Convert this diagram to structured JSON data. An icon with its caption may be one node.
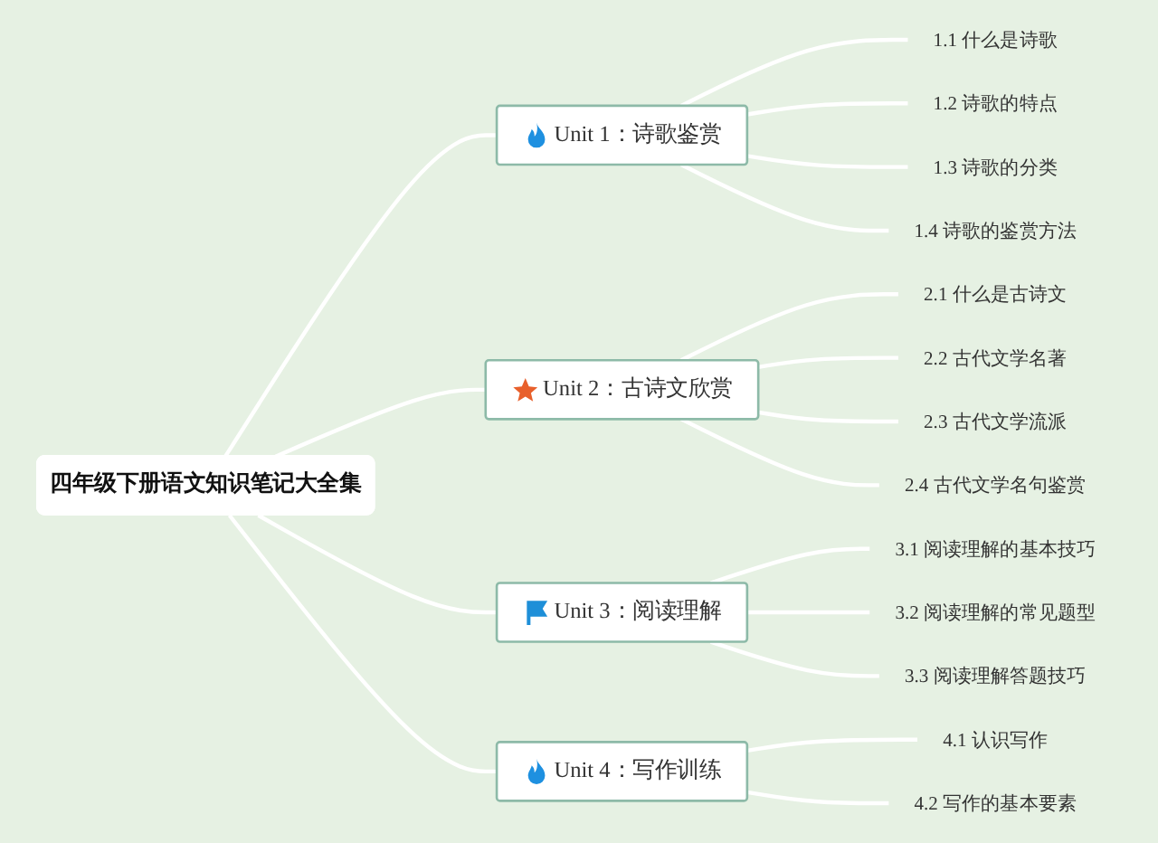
{
  "diagram": {
    "nodes": [
      {
        "text": [
          "四年级下册语文知识笔记大全集"
        ]
      },
      {
        "text": [
          "Unit 1：诗歌鉴赏"
        ]
      },
      {
        "text": [
          "1.1 什么是诗歌"
        ]
      },
      {
        "text": [
          "1.2 诗歌的特点"
        ]
      },
      {
        "text": [
          "1.3 诗歌的分类"
        ]
      },
      {
        "text": [
          "1.4 诗歌的鉴赏方法"
        ]
      },
      {
        "text": [
          "Unit 2：古诗文欣赏"
        ]
      },
      {
        "text": [
          "2.1 什么是古诗文"
        ]
      },
      {
        "text": [
          "2.2 古代文学名著"
        ]
      },
      {
        "text": [
          "2.3 古代文学流派"
        ]
      },
      {
        "text": [
          "2.4 古代文学名句鉴赏"
        ]
      },
      {
        "text": [
          "Unit 3：阅读理解"
        ]
      },
      {
        "text": [
          "3.1 阅读理解的基本技巧"
        ]
      },
      {
        "text": [
          "3.2 阅读理解的常见题型"
        ]
      },
      {
        "text": [
          "3.3 阅读理解答题技巧"
        ]
      },
      {
        "text": [
          "Unit 4：写作训练"
        ]
      },
      {
        "text": [
          "4.1 认识写作"
        ]
      },
      {
        "text": [
          "4.2 写作的基本要素"
        ]
      }
    ],
    "edges": [
      {
        "from": 0,
        "to": 1,
        "arrow": "none"
      },
      {
        "from": 1,
        "to": 2,
        "arrow": "none"
      },
      {
        "from": 1,
        "to": 3,
        "arrow": "none"
      },
      {
        "from": 1,
        "to": 4,
        "arrow": "none"
      },
      {
        "from": 1,
        "to": 5,
        "arrow": "none"
      },
      {
        "from": 0,
        "to": 6,
        "arrow": "none"
      },
      {
        "from": 6,
        "to": 7,
        "arrow": "none"
      },
      {
        "from": 6,
        "to": 8,
        "arrow": "none"
      },
      {
        "from": 6,
        "to": 9,
        "arrow": "none"
      },
      {
        "from": 6,
        "to": 10,
        "arrow": "none"
      },
      {
        "from": 0,
        "to": 11,
        "arrow": "none"
      },
      {
        "from": 11,
        "to": 12,
        "arrow": "none"
      },
      {
        "from": 11,
        "to": 13,
        "arrow": "none"
      },
      {
        "from": 11,
        "to": 14,
        "arrow": "none"
      },
      {
        "from": 0,
        "to": 15,
        "arrow": "none"
      },
      {
        "from": 15,
        "to": 16,
        "arrow": "none"
      },
      {
        "from": 15,
        "to": 17,
        "arrow": "none"
      }
    ]
  }
}
